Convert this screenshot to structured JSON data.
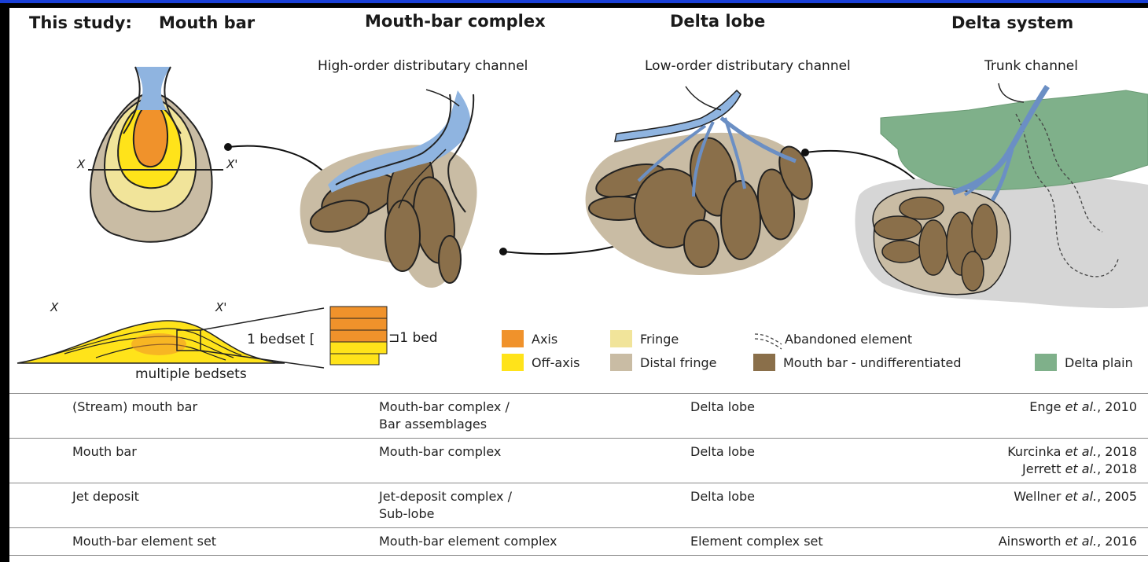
{
  "headers": {
    "this_study": "This study:",
    "mouth_bar": "Mouth bar",
    "complex": "Mouth-bar complex",
    "lobe": "Delta lobe",
    "system": "Delta system"
  },
  "labels": {
    "high_order": "High-order distributary channel",
    "low_order": "Low-order distributary channel",
    "trunk": "Trunk channel",
    "x": "X",
    "x_prime": "X'",
    "x_lower": "X",
    "x_prime_lower": "X'",
    "bedset": "1 bedset",
    "bed": "1 bed",
    "multiple_bedsets": "multiple bedsets"
  },
  "legend": [
    {
      "label": "Axis",
      "color": "#f0922b"
    },
    {
      "label": "Off-axis",
      "color": "#ffe31a"
    },
    {
      "label": "Fringe",
      "color": "#f1e49a"
    },
    {
      "label": "Distal fringe",
      "color": "#c9bca4"
    },
    {
      "label": "Abandoned element",
      "icon": "dashed-lines-icon"
    },
    {
      "label": "Mouth bar - undifferentiated",
      "color": "#8a6f4a"
    },
    {
      "label": "Delta plain",
      "color": "#7fb08a"
    }
  ],
  "table": {
    "rows": [
      {
        "c1": "(Stream) mouth bar",
        "c2a": "Mouth-bar complex /",
        "c2b": "Bar assemblages",
        "c3": "Delta lobe",
        "c4": [
          {
            "pre": "Enge ",
            "it": "et al.",
            "post": ", 2010"
          }
        ]
      },
      {
        "c1": "Mouth bar",
        "c2a": "Mouth-bar complex",
        "c2b": "",
        "c3": "Delta lobe",
        "c4": [
          {
            "pre": "Kurcinka ",
            "it": "et al.",
            "post": ", 2018"
          },
          {
            "pre": "Jerrett ",
            "it": "et al.",
            "post": ", 2018"
          }
        ]
      },
      {
        "c1": "Jet deposit",
        "c2a": "Jet-deposit complex /",
        "c2b": "Sub-lobe",
        "c3": "Delta lobe",
        "c4": [
          {
            "pre": "Wellner ",
            "it": "et al.",
            "post": ", 2005"
          }
        ]
      },
      {
        "c1": "Mouth-bar element set",
        "c2a": "Mouth-bar element complex",
        "c2b": "",
        "c3": "Element complex set",
        "c4": [
          {
            "pre": "Ainsworth ",
            "it": "et al.",
            "post": ", 2016"
          }
        ]
      }
    ]
  }
}
